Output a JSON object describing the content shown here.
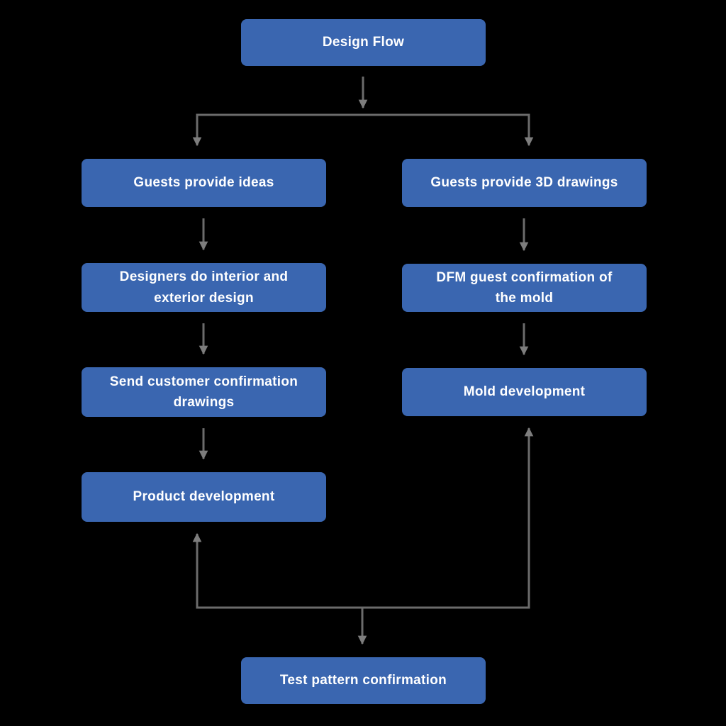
{
  "diagram": {
    "title": "Design Flow",
    "colors": {
      "background": "#000000",
      "node_fill": "#3a66b0",
      "node_text": "#ffffff",
      "line": "#6b6b6b",
      "arrowhead": "#7d7d7d"
    },
    "nodes": {
      "design_flow": {
        "label": "Design Flow"
      },
      "guests_ideas": {
        "label": "Guests provide ideas"
      },
      "designers_design": {
        "label": "Designers do interior and exterior design"
      },
      "send_drawings": {
        "label": "Send customer confirmation drawings"
      },
      "product_dev": {
        "label": "Product development"
      },
      "guests_3d": {
        "label": "Guests provide 3D drawings"
      },
      "dfm_confirmation": {
        "label": "DFM guest confirmation of the mold"
      },
      "mold_dev": {
        "label": "Mold development"
      },
      "test_pattern": {
        "label": "Test pattern confirmation"
      }
    },
    "edges": [
      {
        "from": "design_flow",
        "to": "guests_ideas"
      },
      {
        "from": "design_flow",
        "to": "guests_3d"
      },
      {
        "from": "guests_ideas",
        "to": "designers_design"
      },
      {
        "from": "designers_design",
        "to": "send_drawings"
      },
      {
        "from": "send_drawings",
        "to": "product_dev"
      },
      {
        "from": "guests_3d",
        "to": "dfm_confirmation"
      },
      {
        "from": "dfm_confirmation",
        "to": "mold_dev"
      },
      {
        "from": "feedback_junction",
        "to": "product_dev"
      },
      {
        "from": "feedback_junction",
        "to": "mold_dev"
      },
      {
        "from": "feedback_junction",
        "to": "test_pattern"
      }
    ]
  }
}
